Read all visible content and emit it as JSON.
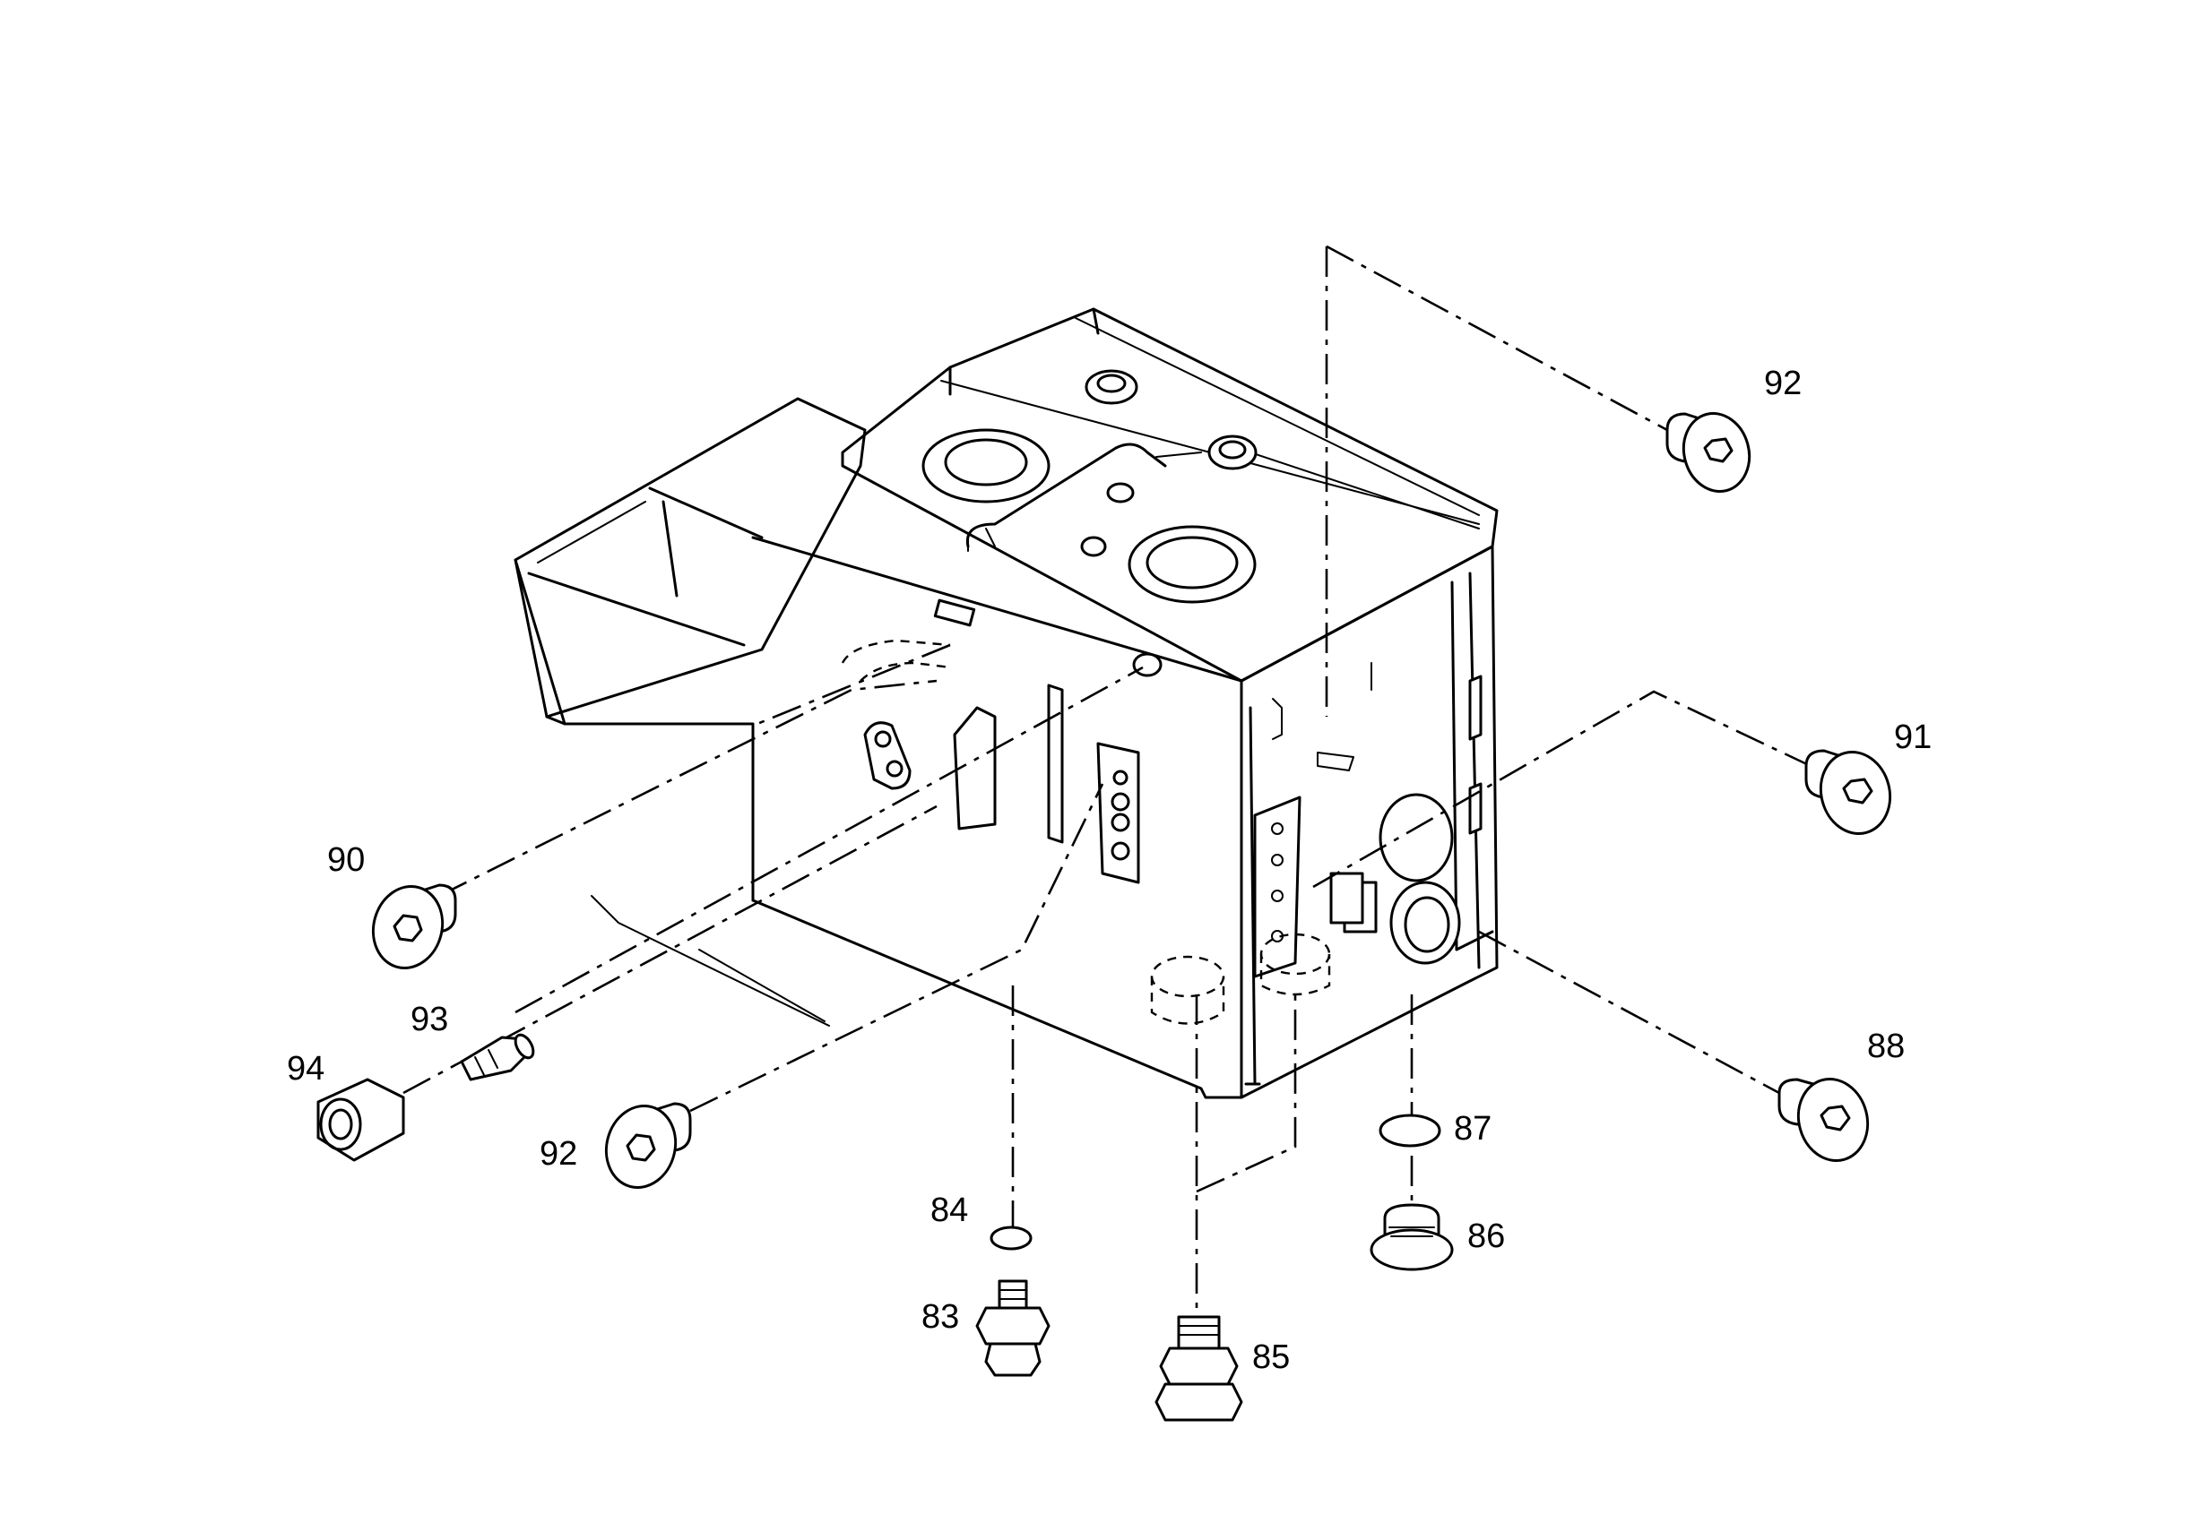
{
  "callouts": {
    "c92_top": "92",
    "c91": "91",
    "c90": "90",
    "c93": "93",
    "c94": "94",
    "c92_bottom": "92",
    "c88": "88",
    "c87": "87",
    "c86": "86",
    "c84": "84",
    "c83": "83",
    "c85": "85"
  }
}
